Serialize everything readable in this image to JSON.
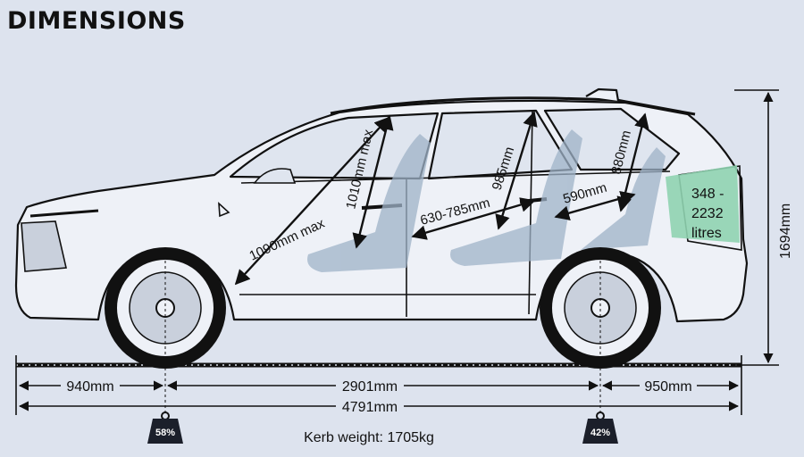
{
  "title": "DIMENSIONS",
  "dimensions": {
    "front_overhang": "940mm",
    "wheelbase": "2901mm",
    "rear_overhang": "950mm",
    "overall_length": "4791mm",
    "height": "1694mm",
    "front_legroom": "1090mm max",
    "front_headroom": "1010mm max",
    "rear_legroom": "630-785mm",
    "rear_headroom": "985mm",
    "third_row_legroom": "590mm",
    "third_row_headroom": "880mm"
  },
  "boot": {
    "line1": "348 -",
    "line2": "2232",
    "line3": "litres"
  },
  "weight_distribution": {
    "front": "58%",
    "rear": "42%"
  },
  "kerb_weight": "Kerb weight: 1705kg",
  "colors": {
    "background": "#dde3ee",
    "line": "#111111",
    "boot_fill": "#8fd3b0",
    "seat_fill": "#9fb3c8"
  }
}
